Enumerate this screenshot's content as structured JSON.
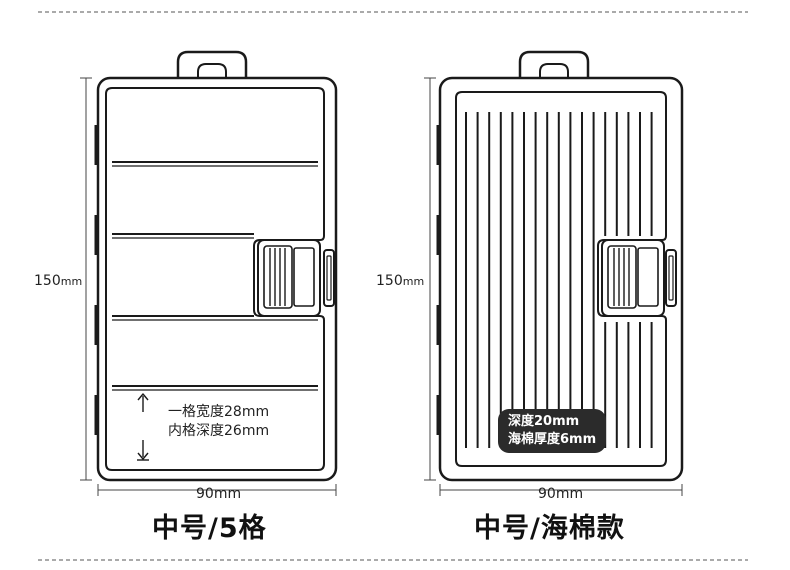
{
  "left_box": {
    "height_value": "150",
    "height_unit": "mm",
    "width_label": "90mm",
    "caption": "中号/5格",
    "note_line1": "一格宽度28mm",
    "note_line2": "内格深度26mm"
  },
  "right_box": {
    "height_value": "150",
    "height_unit": "mm",
    "width_label": "90mm",
    "caption": "中号/海棉款",
    "badge_line1": "深度20mm",
    "badge_line2": "海棉厚度6mm"
  },
  "colors": {
    "outline": "#1a1a1a",
    "dashed_line": "#555555",
    "badge_background": "#2b2b2b"
  }
}
